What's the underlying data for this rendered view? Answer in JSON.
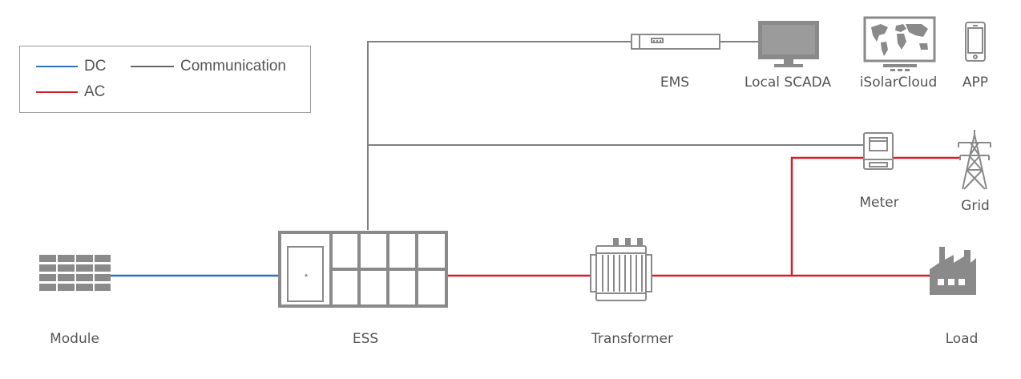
{
  "legend": {
    "items": [
      {
        "label": "DC",
        "color": "#2a72c4"
      },
      {
        "label": "Communication",
        "color": "#666666"
      },
      {
        "label": "AC",
        "color": "#d41f2a"
      }
    ]
  },
  "colors": {
    "dc": "#2a72c4",
    "ac": "#d41f2a",
    "comm": "#808080",
    "device": "#8a8a8a"
  },
  "nodes": {
    "module": {
      "label": "Module",
      "icon": "battery-module-icon"
    },
    "ess": {
      "label": "ESS",
      "icon": "ess-cabinet-icon"
    },
    "transformer": {
      "label": "Transformer",
      "icon": "transformer-icon"
    },
    "load": {
      "label": "Load",
      "icon": "factory-icon"
    },
    "meter": {
      "label": "Meter",
      "icon": "meter-icon"
    },
    "grid": {
      "label": "Grid",
      "icon": "power-tower-icon"
    },
    "ems": {
      "label": "EMS",
      "icon": "ems-device-icon"
    },
    "scada": {
      "label": "Local SCADA",
      "icon": "monitor-icon"
    },
    "cloud": {
      "label": "iSolarCloud",
      "icon": "world-map-screen-icon"
    },
    "app": {
      "label": "APP",
      "icon": "smartphone-icon"
    }
  }
}
